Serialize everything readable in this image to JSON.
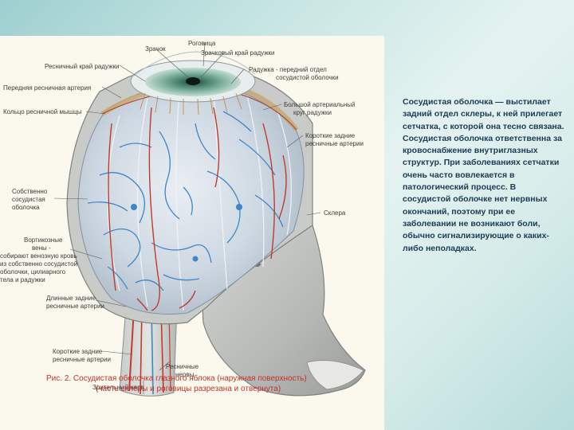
{
  "figure": {
    "labels": {
      "pupil": "Зрачок",
      "cornea": "Роговица",
      "pupillary_edge": "Зрачковый край радужки",
      "ciliary_edge": "Ресничный край радужки",
      "iris_line1": "Радужка - передний отдел",
      "iris_line2": "сосудистой оболочки",
      "anterior_ciliary_artery": "Передняя ресничная артерия",
      "ciliary_muscle_ring": "Кольцо ресничной мышцы",
      "major_arterial_circle_line1": "Большой артериальный",
      "major_arterial_circle_line2": "круг радужки",
      "short_posterior_line1": "Короткие задние",
      "short_posterior_line2": "ресничные артерии",
      "choroid_proper_line1": "Собственно",
      "choroid_proper_line2": "сосудистая",
      "choroid_proper_line3": "оболочка",
      "sclera": "Склера",
      "vorticose_line1": "Вортикозные",
      "vorticose_line2": "вены -",
      "vorticose_line3": "собирают венозную кровь",
      "vorticose_line4": "из собственно сосудистой",
      "vorticose_line5": "оболочки, цилиарного",
      "vorticose_line6": "тела и радужки",
      "long_posterior_line1": "Длинные задние",
      "long_posterior_line2": "ресничные артерии",
      "short_posterior_bottom_line1": "Короткие задние",
      "short_posterior_bottom_line2": "ресничные артерии",
      "ciliary_nerves_line1": "Ресничные",
      "ciliary_nerves_line2": "нервы",
      "optic_nerve": "Зрительный нерв"
    },
    "caption_line1": "Рис. 2. Сосудистая оболочка глазного яблока (наружная поверхность)",
    "caption_line2": "(часть склеры и роговицы разрезана и отвернута)"
  },
  "description": "Сосудистая оболочка — выстилает задний отдел склеры, к ней прилегает сетчатка, с которой она тесно связана. Сосудистая оболочка ответственна за кровоснабжение внутриглазных структур. При заболеваниях сетчатки очень часто вовлекается в патологический процесс. В сосудистой оболочке нет нервных окончаний, поэтому при ее заболевании не возникают боли, обычно сигнализирующие о каких-либо неполадках.",
  "colors": {
    "artery": "#c23a2a",
    "vein": "#3f86c8",
    "sclera": "#b9bbb9",
    "caption": "#c2342a",
    "body_text": "#1c3b57"
  }
}
